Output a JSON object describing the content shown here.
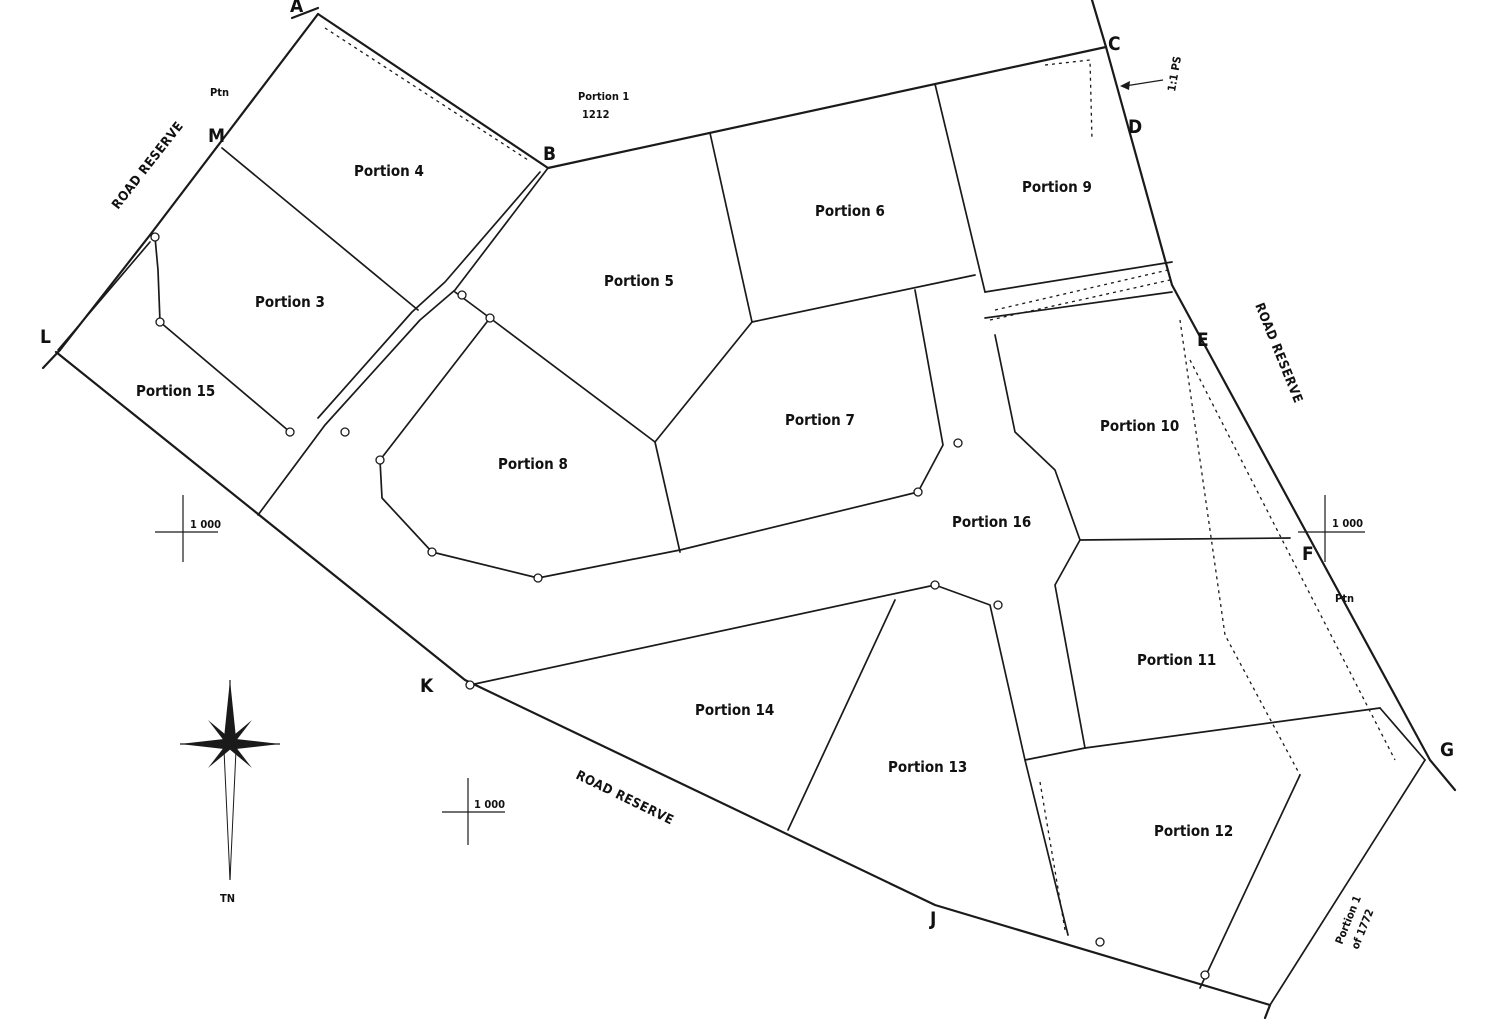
{
  "corners": [
    "A",
    "B",
    "C",
    "D",
    "E",
    "F",
    "G",
    "J",
    "K",
    "L",
    "M"
  ],
  "portions": [
    {
      "label": "Portion 4"
    },
    {
      "label": "Portion 3"
    },
    {
      "label": "Portion 15"
    },
    {
      "label": "Portion 5"
    },
    {
      "label": "Portion 6"
    },
    {
      "label": "Portion 8"
    },
    {
      "label": "Portion 7"
    },
    {
      "label": "Portion 9"
    },
    {
      "label": "Portion 10"
    },
    {
      "label": "Portion 16"
    },
    {
      "label": "Portion 11"
    },
    {
      "label": "Portion 14"
    },
    {
      "label": "Portion 13"
    },
    {
      "label": "Portion 12"
    }
  ],
  "roads": {
    "left": "ROAD RESERVE",
    "right": "ROAD RESERVE",
    "bottom": "ROAD RESERVE"
  },
  "annotations": {
    "portion_top": "Portion 1",
    "portion_top_num": "1212",
    "portion_bottom_right": "Portion 1",
    "portion_bottom_right_num": "of 1772",
    "left_small": "Ptn",
    "right_small": "Ptn",
    "arrow_note": "1:1 PS",
    "grid_coords": [
      "1 000",
      "1 000",
      "1 000"
    ],
    "north": "TN"
  }
}
